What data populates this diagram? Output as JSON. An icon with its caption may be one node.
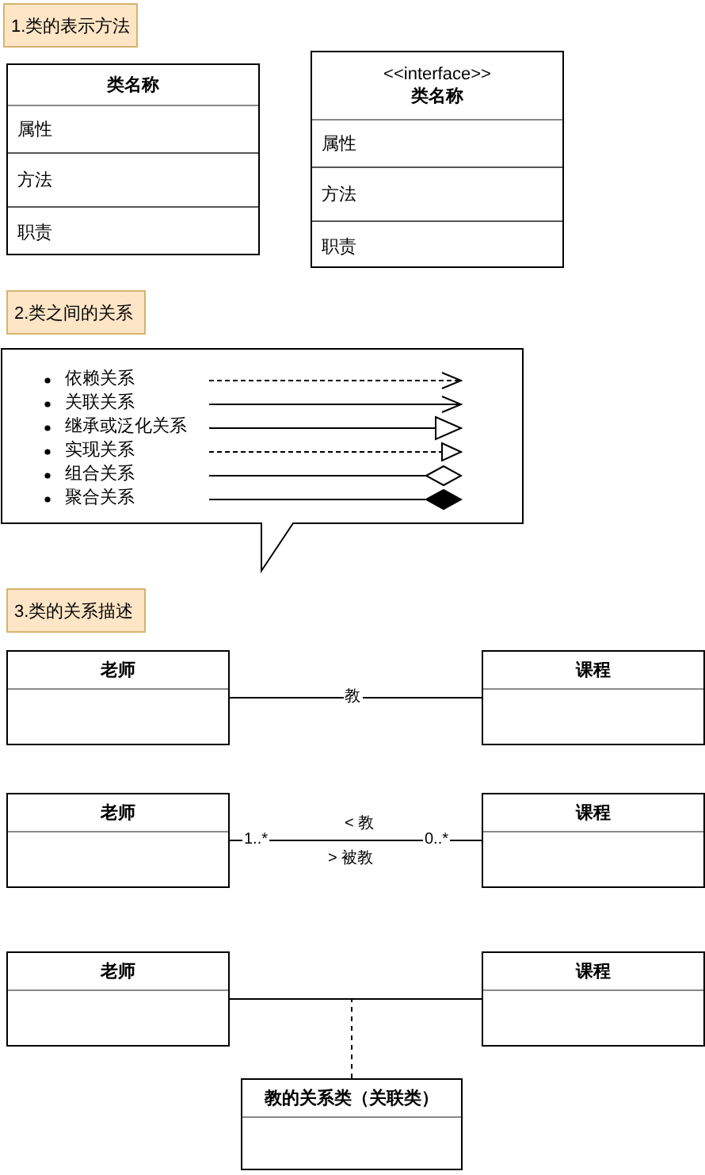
{
  "diagram": {
    "nodes": [
      {
        "text": [
          "1.类的表示方法"
        ]
      },
      {
        "text": [
          "类名称",
          "属性",
          "方法",
          "职责"
        ]
      },
      {
        "text": [
          "<<interface>> **类名称**",
          "属性",
          "方法",
          "职责"
        ]
      },
      {
        "text": [
          "2.类之间的关系"
        ]
      },
      {
        "text": [
          "3.类的关系描述"
        ]
      },
      {
        "text": [
          "老师"
        ]
      },
      {
        "text": [
          "课程"
        ]
      },
      {
        "text": [
          "老师"
        ]
      },
      {
        "text": [
          "课程"
        ]
      },
      {
        "text": [
          "老师"
        ]
      },
      {
        "text": [
          "课程"
        ]
      },
      {
        "text": [
          "教的关系类（关联类）"
        ]
      }
    ],
    "edges": [
      {
        "from": 5,
        "to": 6,
        "arrow": "none",
        "label": "教"
      },
      {
        "from": 7,
        "to": 8,
        "arrow": "none",
        "label": "< 教"
      },
      {
        "from": 9,
        "to": 10,
        "arrow": "none"
      },
      {
        "from": 11,
        "to": null,
        "arrow": "none",
        "style": "dashed"
      }
    ],
    "labels": [
      "1..*",
      "0..*",
      "> 被教"
    ],
    "legend": [
      {
        "text": "依赖关系"
      },
      {
        "text": "关联关系"
      },
      {
        "text": "继承或泛化关系"
      },
      {
        "text": "实现关系"
      },
      {
        "text": "组合关系"
      },
      {
        "text": "聚合关系"
      }
    ]
  }
}
